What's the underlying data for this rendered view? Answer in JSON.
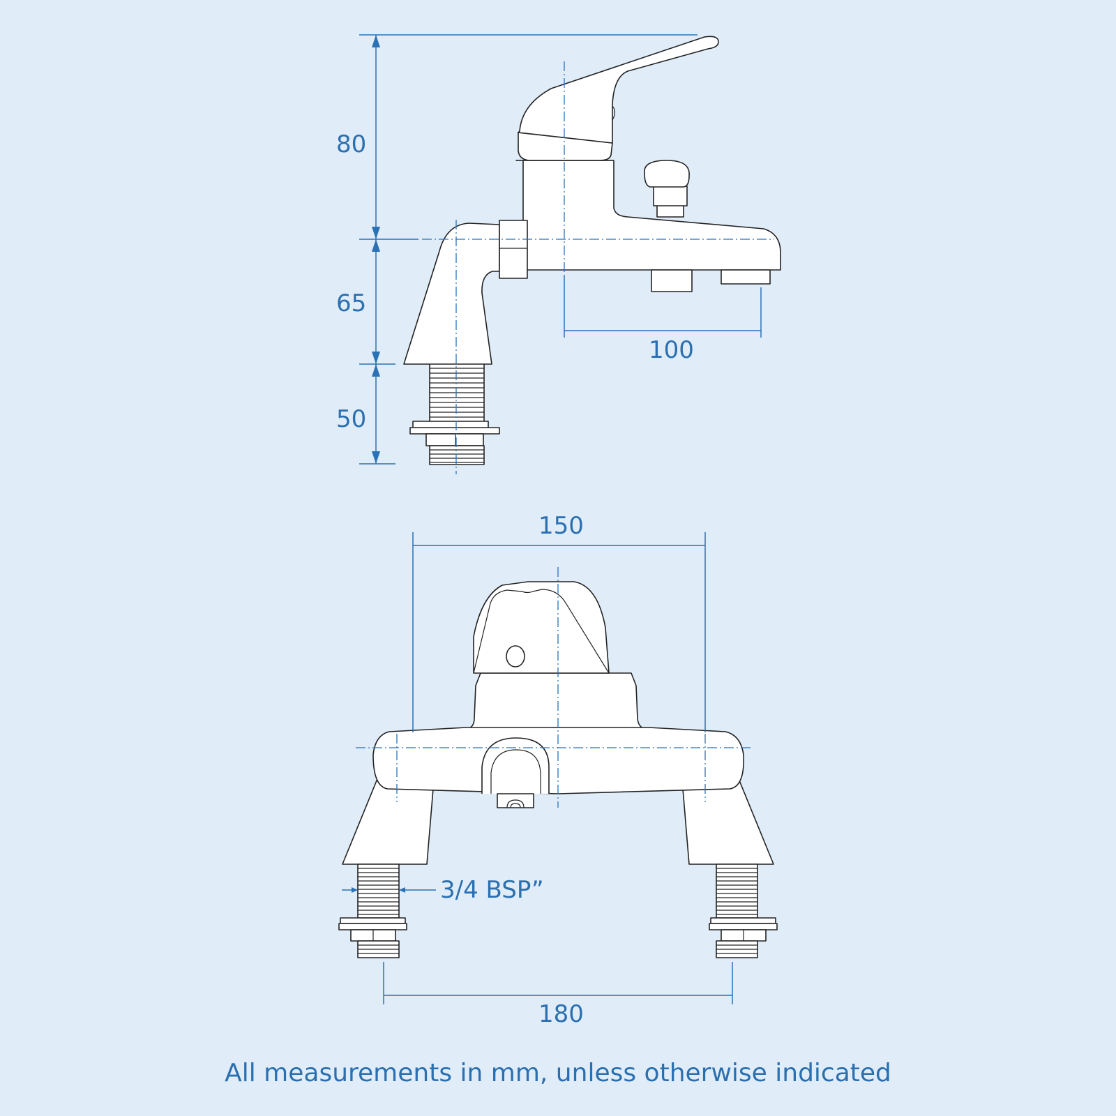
{
  "diagram": {
    "subject": "Bath shower mixer tap technical drawing",
    "views": [
      "side-view",
      "front-view"
    ],
    "colors": {
      "background": "#e0edf9",
      "dimension": "#2a72b5",
      "outline": "#222222",
      "fill": "#ffffff"
    },
    "dimensions": {
      "height_handle": "80",
      "height_body": "65",
      "height_thread": "50",
      "spout_reach": "100",
      "body_width": "150",
      "center_distance": "180",
      "thread_size": "3/4 BSP”"
    },
    "footnote": "All measurements in mm, unless otherwise indicated"
  }
}
